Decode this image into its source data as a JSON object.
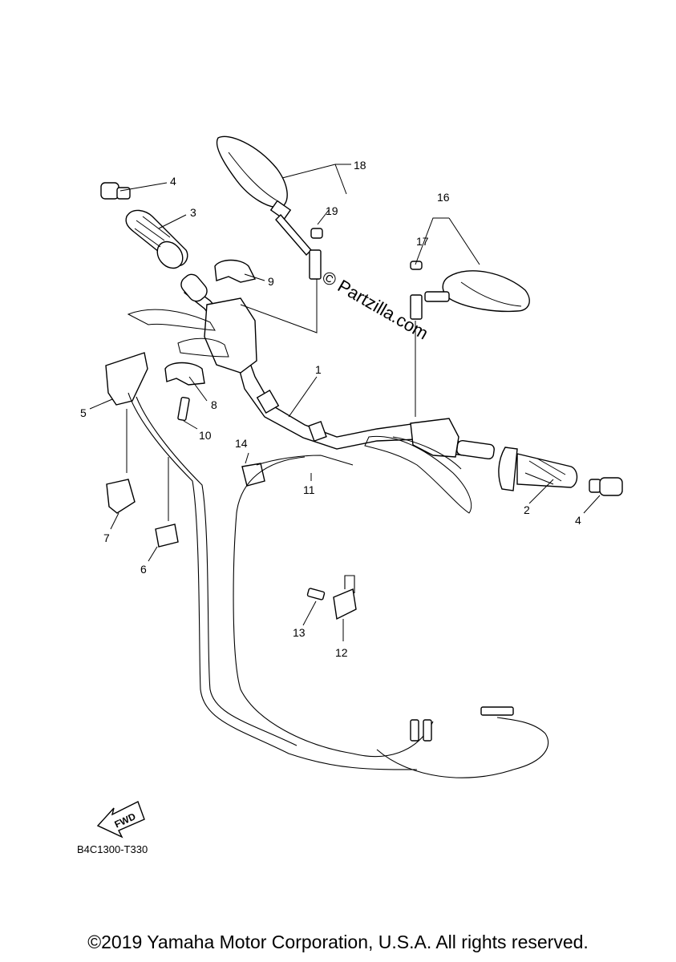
{
  "callouts": {
    "c1": "1",
    "c2": "2",
    "c3": "3",
    "c4a": "4",
    "c4b": "4",
    "c5": "5",
    "c6": "6",
    "c7": "7",
    "c8": "8",
    "c9": "9",
    "c10": "10",
    "c11": "11",
    "c12": "12",
    "c13": "13",
    "c14": "14",
    "c16": "16",
    "c17": "17",
    "c18": "18",
    "c19": "19"
  },
  "watermark": "© Partzilla.com",
  "fwd_label": "FWD",
  "diagram_code": "B4C1300-T330",
  "copyright": "©2019 Yamaha Motor Corporation, U.S.A. All rights reserved."
}
